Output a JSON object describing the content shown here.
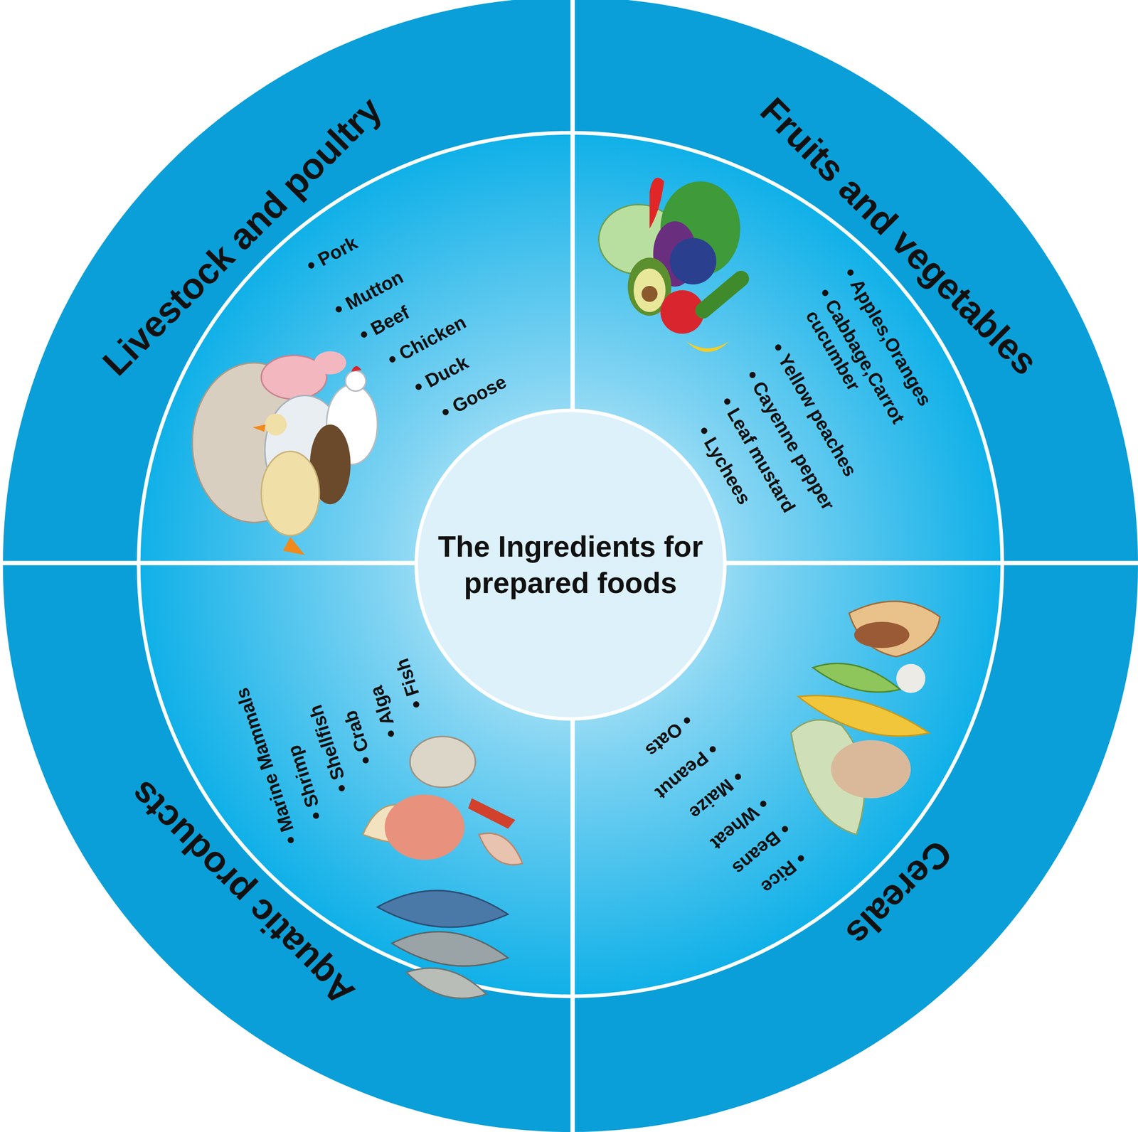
{
  "diagram": {
    "nodes": [
      {
        "text": [
          "The Ingredients for prepared foods"
        ]
      },
      {
        "text": [
          "Livestock and poultry",
          "Pork",
          "Mutton",
          "Beef",
          "Chicken",
          "Duck",
          "Goose"
        ]
      },
      {
        "text": [
          "Fruits and vegetables",
          "Apples,Oranges",
          "Cabbage,Carrot cucumber",
          "Yellow peaches",
          "Cayenne pepper",
          "Leaf mustard",
          "Lychees"
        ]
      },
      {
        "text": [
          "Cereals",
          "Rice",
          "Beans",
          "Wheat",
          "Maize",
          "Peanut",
          "Oats"
        ]
      },
      {
        "text": [
          "Aquatic products",
          "Marine Mammals",
          "Shrimp",
          "Shellfish",
          "Crab",
          "Alga",
          "Fish"
        ]
      }
    ]
  }
}
